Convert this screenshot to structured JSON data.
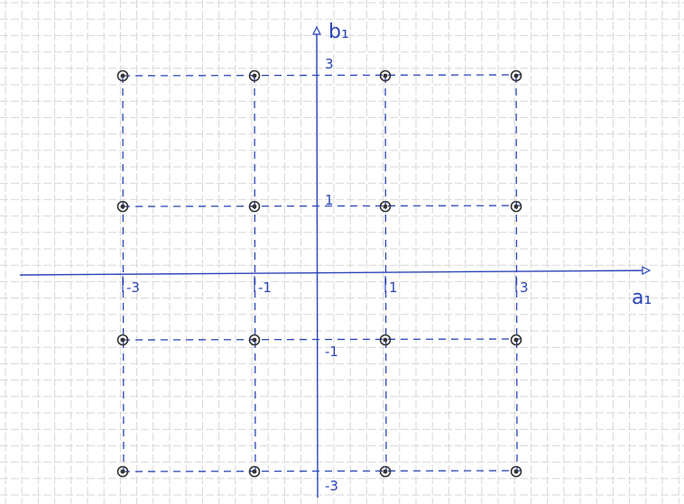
{
  "colors": {
    "paper": "#ffffff",
    "grid": "#d7d7d7",
    "axis": "#2b45b8",
    "dashed": "#2b45b8",
    "point": "#333333"
  },
  "axes": {
    "x_label": "a₁",
    "y_label": "b₁"
  },
  "ticks": {
    "x": [
      {
        "value": -3,
        "label": "-3"
      },
      {
        "value": -1,
        "label": "-1"
      },
      {
        "value": 1,
        "label": "1"
      },
      {
        "value": 3,
        "label": "3"
      }
    ],
    "y": [
      {
        "value": 3,
        "label": "3"
      },
      {
        "value": 1,
        "label": "1"
      },
      {
        "value": -1,
        "label": "-1"
      },
      {
        "value": -3,
        "label": "-3"
      }
    ]
  },
  "constellation": {
    "levels": [
      -3,
      -1,
      1,
      3
    ],
    "points": [
      [
        -3,
        3
      ],
      [
        -1,
        3
      ],
      [
        1,
        3
      ],
      [
        3,
        3
      ],
      [
        -3,
        1
      ],
      [
        -1,
        1
      ],
      [
        1,
        1
      ],
      [
        3,
        1
      ],
      [
        -3,
        -1
      ],
      [
        -1,
        -1
      ],
      [
        1,
        -1
      ],
      [
        3,
        -1
      ],
      [
        -3,
        -3
      ],
      [
        -1,
        -3
      ],
      [
        1,
        -3
      ],
      [
        3,
        -3
      ]
    ]
  }
}
